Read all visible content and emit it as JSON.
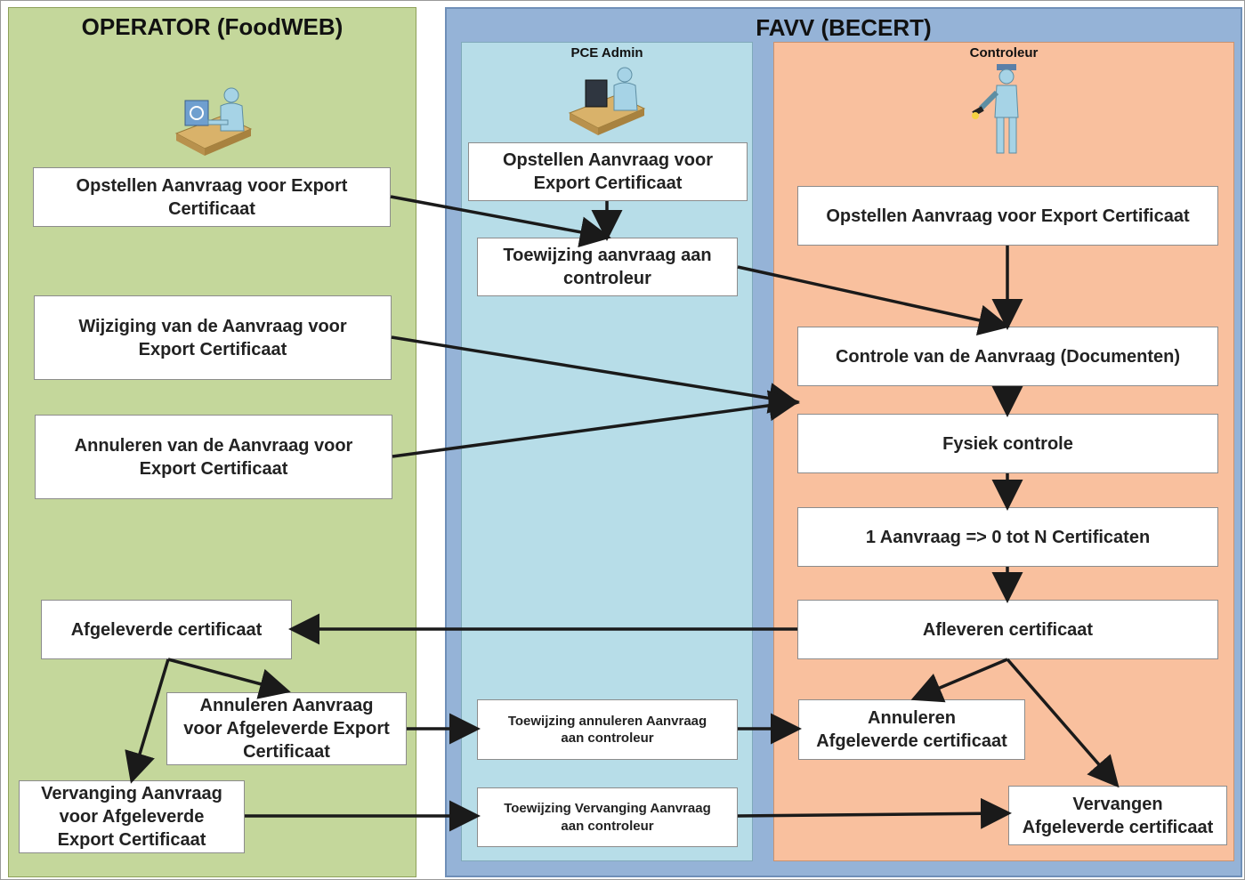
{
  "lanes": {
    "operator": "OPERATOR (FoodWEB)",
    "favv": "FAVV (BECERT)",
    "pce_admin": "PCE Admin",
    "controleur": "Controleur"
  },
  "operator_boxes": {
    "opstellen": "Opstellen Aanvraag voor Export\nCertificaat",
    "wijziging": "Wijziging van de Aanvraag voor\nExport Certificaat",
    "annuleren": "Annuleren  van de Aanvraag voor\nExport Certificaat",
    "afgeleverde": "Afgeleverde certificaat",
    "annuleren_afgeleverde": "Annuleren    Aanvraag\nvoor Afgeleverde Export\nCertificaat",
    "vervanging": "Vervanging Aanvraag\nvoor Afgeleverde\nExport Certificaat"
  },
  "pce_boxes": {
    "opstellen": "Opstellen Aanvraag voor\nExport Certificaat",
    "toewijzing": "Toewijzing aanvraag aan\ncontroleur",
    "toewijzing_annuleren": "Toewijzing annuleren  Aanvraag\naan controleur",
    "toewijzing_vervanging": "Toewijzing Vervanging Aanvraag\naan controleur"
  },
  "controleur_boxes": {
    "opstellen": "Opstellen Aanvraag voor Export Certificaat",
    "controle": "Controle van de Aanvraag (Documenten)",
    "fysiek": "Fysiek controle",
    "aanvraag_n": "1 Aanvraag => 0 tot N Certificaten",
    "afleveren": "Afleveren certificaat",
    "annuleren": "Annuleren\nAfgeleverde certificaat",
    "vervangen": "Vervangen\nAfgeleverde certificaat"
  },
  "colors": {
    "operator_lane": "#c4d79b",
    "favv_lane": "#95b3d7",
    "pce_lane": "#b7dde8",
    "controleur_lane": "#f9c09e",
    "arrow": "#1a1a1a"
  },
  "icons": {
    "operator": "person-at-computer-icon",
    "pce_admin": "person-at-computer-icon",
    "controleur": "inspector-with-flashlight-icon"
  }
}
